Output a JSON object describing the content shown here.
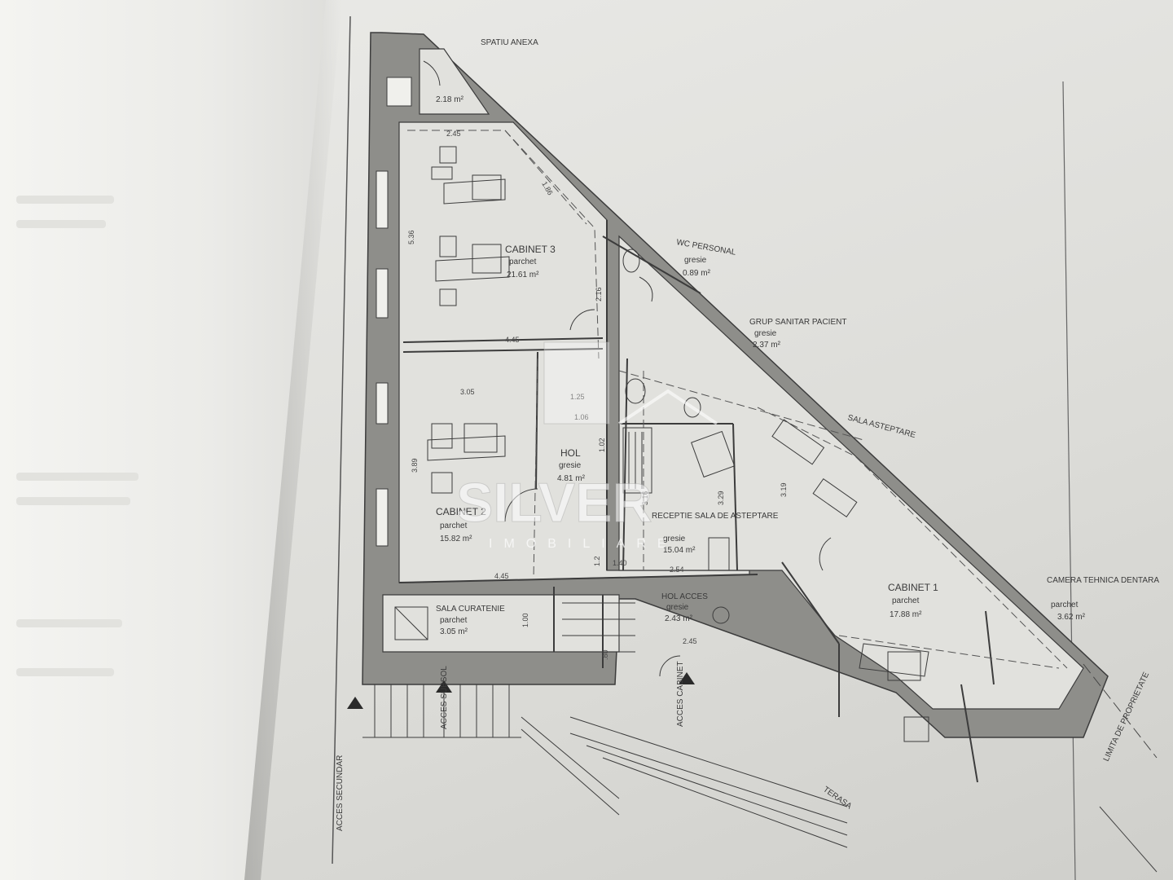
{
  "rooms": [
    {
      "name": "SPATIU ANEXA",
      "floor": "",
      "area": "2.18 m²"
    },
    {
      "name": "CABINET 3",
      "floor": "parchet",
      "area": "21.61 m²"
    },
    {
      "name": "WC PERSONAL",
      "floor": "gresie",
      "area": "0.89 m²"
    },
    {
      "name": "GRUP SANITAR PACIENT",
      "floor": "gresie",
      "area": "2.37 m²"
    },
    {
      "name": "SALA ASTEPTARE",
      "floor": "",
      "area": ""
    },
    {
      "name": "HOL",
      "floor": "gresie",
      "area": "4.81 m²"
    },
    {
      "name": "CABINET 2",
      "floor": "parchet",
      "area": "15.82 m²"
    },
    {
      "name": "RECEPTIE SALA DE ASTEPTARE",
      "floor": "gresie",
      "area": "15.04 m²"
    },
    {
      "name": "CABINET 1",
      "floor": "parchet",
      "area": "17.88 m²"
    },
    {
      "name": "CAMERA TEHNICA DENTARA",
      "floor": "parchet",
      "area": "3.62 m²"
    },
    {
      "name": "HOL ACCES",
      "floor": "gresie",
      "area": "2.43 m²"
    },
    {
      "name": "SALA CURATENIE",
      "floor": "parchet",
      "area": "3.05 m²"
    }
  ],
  "access": {
    "secondary": "ACCES SECUNDAR",
    "subsol": "ACCES SUBSOL",
    "cabinet": "ACCES CABINET"
  },
  "labels": {
    "terasa": "TERASA",
    "limita": "LIMITA DE PROPRIETATE"
  },
  "dimensions": {
    "d245_top": "2.45",
    "d186": "1.86",
    "d536": "5.36",
    "d216": "2.16",
    "d445_mid": "4.45",
    "d305": "3.05",
    "d125": "1.25",
    "d106": "1.06",
    "d102": "1.02",
    "d389": "3.89",
    "d316": "3.16",
    "d329": "3.29",
    "d319": "3.19",
    "d445_bot": "4.45",
    "d254": "2.54",
    "d12": "1.2",
    "d140": "1.40",
    "d245_bot": "2.45",
    "d100": "1.00",
    "d80": ".80"
  },
  "watermark": {
    "brand": "SILVER",
    "sub": "IMOBILIARE"
  },
  "colors": {
    "wall": "#8e8e8a",
    "paper": "#e4e4e0",
    "line": "#3c3c3c"
  }
}
